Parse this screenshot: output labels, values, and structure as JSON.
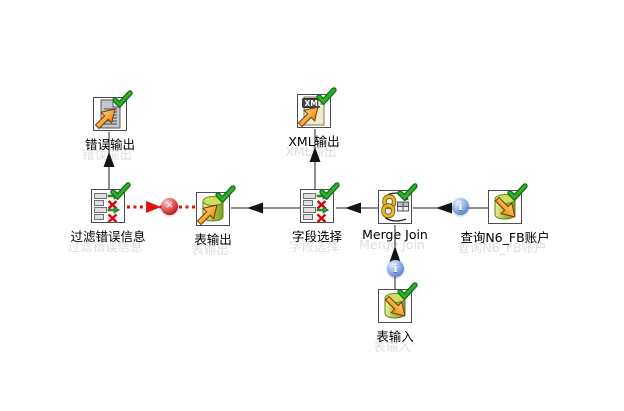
{
  "canvas": {
    "type": "etl-transformation-graph",
    "background": "#ffffff"
  },
  "nodes": [
    {
      "id": "error-output",
      "label": "错误输出",
      "icon": "text-file-output-icon",
      "status": "ok"
    },
    {
      "id": "xml-output",
      "label": "XML输出",
      "icon": "xml-output-icon",
      "status": "ok"
    },
    {
      "id": "filter-error-info",
      "label": "过滤错误信息",
      "icon": "filter-rows-icon",
      "status": "ok"
    },
    {
      "id": "table-output",
      "label": "表输出",
      "icon": "table-output-icon",
      "status": "ok"
    },
    {
      "id": "select-fields",
      "label": "字段选择",
      "icon": "select-values-icon",
      "status": "ok"
    },
    {
      "id": "merge-join",
      "label": "Merge Join",
      "icon": "merge-join-icon",
      "status": "ok"
    },
    {
      "id": "query-n6-fb",
      "label": "查询N6_FB账户",
      "icon": "table-input-icon",
      "status": "ok"
    },
    {
      "id": "table-input",
      "label": "表输入",
      "icon": "table-input-icon",
      "status": "ok"
    }
  ],
  "hops": [
    {
      "from": "过滤错误信息",
      "to": "错误输出",
      "style": "normal"
    },
    {
      "from": "字段选择",
      "to": "XML输出",
      "style": "normal"
    },
    {
      "from": "字段选择",
      "to": "表输出",
      "style": "normal"
    },
    {
      "from": "Merge Join",
      "to": "字段选择",
      "style": "normal"
    },
    {
      "from": "查询N6_FB账户",
      "to": "Merge Join",
      "style": "info"
    },
    {
      "from": "表输入",
      "to": "Merge Join",
      "style": "info"
    },
    {
      "from": "过滤错误信息",
      "to": "表输出",
      "style": "error"
    }
  ],
  "markers": {
    "info_glyph": "i",
    "error_glyph": "✕"
  },
  "icons": {
    "xml_badge": "XML"
  },
  "colors": {
    "ok_check": "#2fae2f",
    "hop_line": "#202020",
    "error_hop": "#e01010",
    "info_marker_blue": "#5d86cc",
    "error_marker_red": "#b51c1c",
    "cylinder_green": "#9cbd3a",
    "arrow_orange": "#f09a28"
  }
}
